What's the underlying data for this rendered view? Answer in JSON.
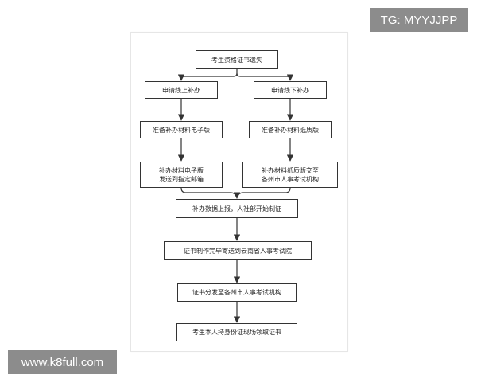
{
  "watermarks": {
    "top_right": "TG: MYYJJPP",
    "bottom_left": "www.k8full.com"
  },
  "flowchart": {
    "nodes": {
      "start": "考生资格证书遗失",
      "online": "申请线上补办",
      "offline": "申请线下补办",
      "prep_electronic": "准备补办材料电子版",
      "prep_paper": "准备补办材料纸质版",
      "send_email": "补办材料电子版\n发送到指定邮箱",
      "submit_paper": "补办材料纸质版交至\n各州市人事考试机构",
      "report": "补办数据上报，人社部开始制证",
      "make_cert": "证书制作完毕寄送到云南省人事考试院",
      "distribute": "证书分发至各州市人事考试机构",
      "collect": "考生本人持身份证现场领取证书"
    }
  },
  "colors": {
    "line": "#333333",
    "watermark_bg": "#8c8c8c"
  }
}
